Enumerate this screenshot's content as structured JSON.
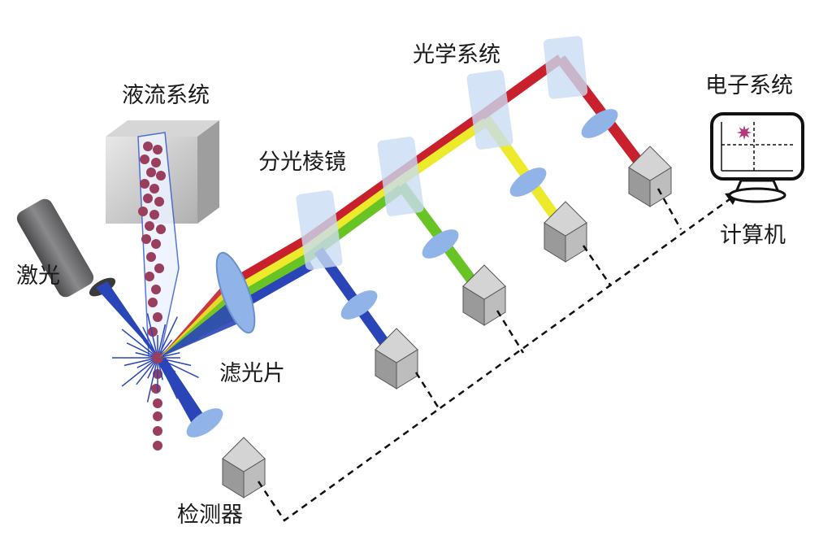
{
  "labels": {
    "fluidics": "液流系统",
    "optics": "光学系统",
    "electronics": "电子系统",
    "prism": "分光棱镜",
    "laser": "激光",
    "filter": "滤光片",
    "detector": "检测器",
    "computer": "计算机"
  },
  "colors": {
    "red": "#c8202c",
    "yellow": "#ecea2a",
    "green": "#68c324",
    "blue": "#2a45b8",
    "lens": "#90b4e8",
    "mirror": "#c9dcf2",
    "cell": "#9a3e5e",
    "detector_gray": "#a8a8a8",
    "laser_gray": "#6e6e70"
  }
}
